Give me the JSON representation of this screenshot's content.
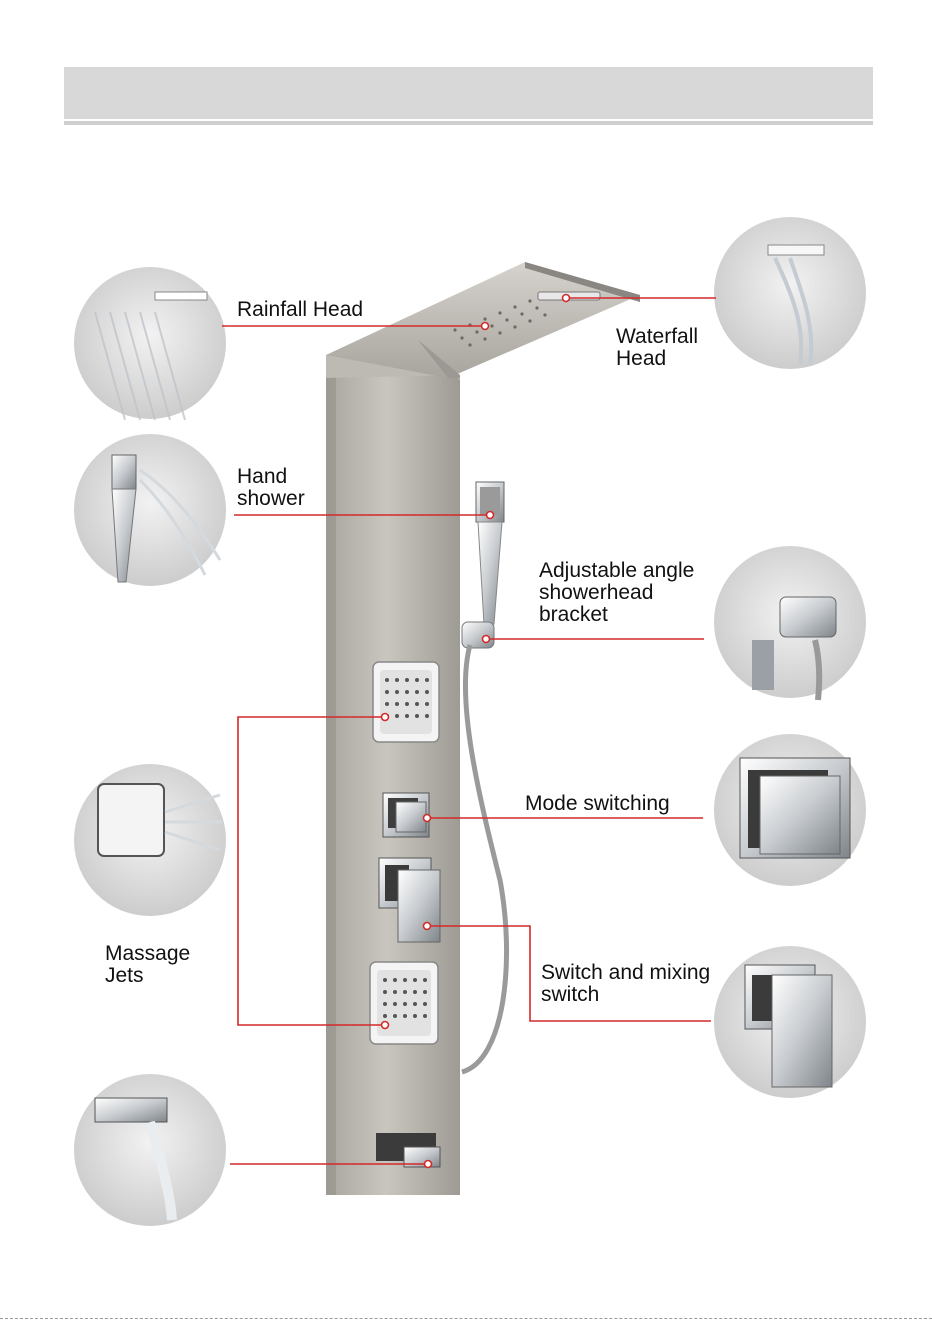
{
  "labels": {
    "rainfall_head": "Rainfall Head",
    "waterfall_head": "Waterfall\nHead",
    "hand_shower": "Hand\nshower",
    "bracket": "Adjustable angle\nshowerhead\nbracket",
    "massage_jets": "Massage\nJets",
    "mode_switching": "Mode switching",
    "mixing_switch": "Switch and mixing\nswitch"
  },
  "colors": {
    "leader_line": "#d42a2a",
    "panel": "#b8b4ae",
    "chrome": "#e6e8ea"
  }
}
